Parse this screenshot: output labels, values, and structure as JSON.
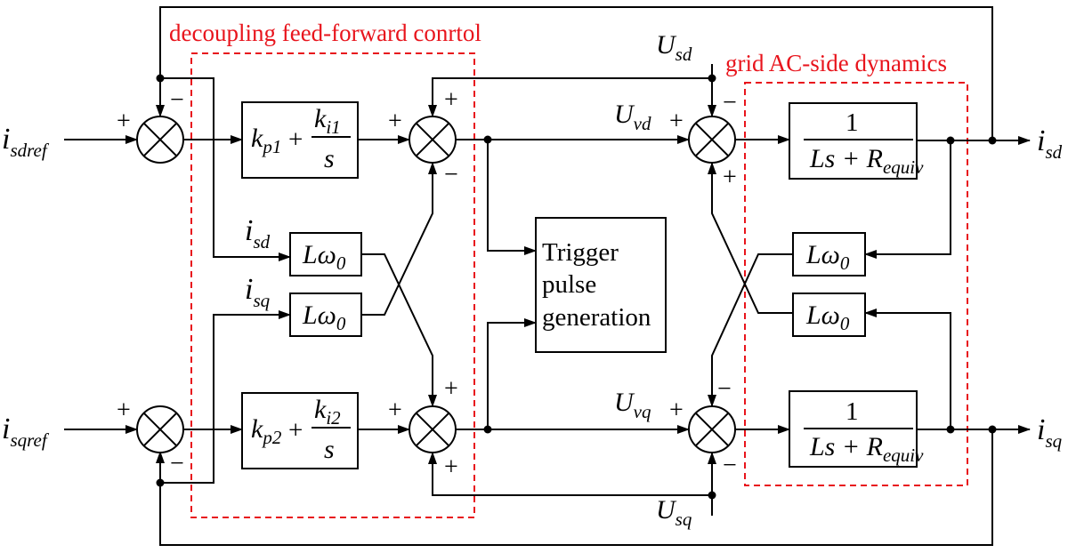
{
  "regions": {
    "decoupling_title": "decoupling feed-forward conrtol",
    "grid_title": "grid AC-side dynamics"
  },
  "signals": {
    "isdref": {
      "base": "i",
      "sub": "sdref"
    },
    "isqref": {
      "base": "i",
      "sub": "sqref"
    },
    "isd_in": {
      "base": "i",
      "sub": "sd"
    },
    "isq_in": {
      "base": "i",
      "sub": "sq"
    },
    "isd_out": {
      "base": "i",
      "sub": "sd"
    },
    "isq_out": {
      "base": "i",
      "sub": "sq"
    },
    "usd": {
      "base": "U",
      "sub": "sd"
    },
    "usq": {
      "base": "U",
      "sub": "sq"
    },
    "uvd": {
      "base": "U",
      "sub": "vd"
    },
    "uvq": {
      "base": "U",
      "sub": "vq"
    }
  },
  "blocks": {
    "pi1": {
      "kp": "k",
      "kp_sub": "p1",
      "plus": "+",
      "ki": "k",
      "ki_sub": "i1",
      "den": "s"
    },
    "pi2": {
      "kp": "k",
      "kp_sub": "p2",
      "plus": "+",
      "ki": "k",
      "ki_sub": "i2",
      "den": "s"
    },
    "lw": {
      "text": "Lω",
      "sub": "0"
    },
    "plant": {
      "num": "1",
      "den": "Ls + R",
      "den_sub": "equiv"
    },
    "trigger": [
      "Trigger",
      "pulse",
      "generation"
    ]
  },
  "signs": {
    "plus": "+",
    "minus": "−"
  }
}
